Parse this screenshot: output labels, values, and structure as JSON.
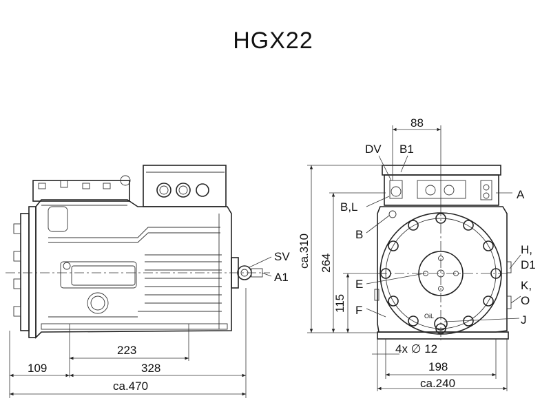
{
  "title": "HGX22",
  "left_view": {
    "labels": {
      "sv": "SV",
      "a1": "A1"
    },
    "dimensions": {
      "d223": "223",
      "d109": "109",
      "d328": "328",
      "d470": "ca.470"
    }
  },
  "right_view": {
    "labels": {
      "dv": "DV",
      "b1": "B1",
      "a": "A",
      "bl": "B,L",
      "b": "B",
      "h": "H,",
      "d1": "D1",
      "e": "E",
      "k": "K,",
      "o": "O",
      "f": "F",
      "j": "J",
      "oil": "OiL"
    },
    "dimensions": {
      "d88": "88",
      "d310": "ca.310",
      "d264": "264",
      "d115": "115",
      "holes": "4x ∅ 12",
      "d198": "198",
      "d240": "ca.240"
    }
  }
}
